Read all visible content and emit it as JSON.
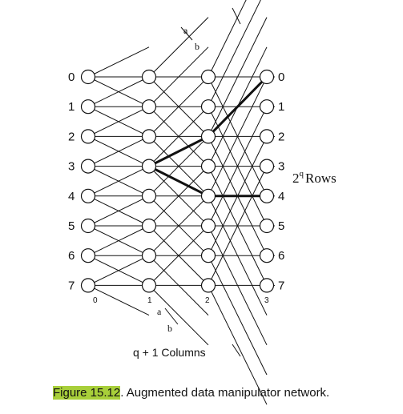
{
  "network": {
    "row_labels": [
      "0",
      "1",
      "2",
      "3",
      "4",
      "5",
      "6",
      "7"
    ],
    "column_labels": [
      "0",
      "1",
      "2",
      "3"
    ],
    "rows_label": {
      "base": "2",
      "exponent": "q",
      "suffix": "Rows"
    },
    "columns_caption": "q + 1 Columns",
    "path_tags": {
      "upper_a": "a",
      "upper_b": "b",
      "lower_a": "a",
      "lower_b": "b"
    },
    "highlighted_paths": [
      {
        "from_stage": 1,
        "rows": [
          3,
          2,
          0,
          0
        ]
      },
      {
        "from_stage": 1,
        "rows": [
          3,
          4,
          4,
          4
        ]
      }
    ]
  },
  "caption": {
    "figure_ref": "Figure 15.12",
    "text": ". Augmented data manipulator network."
  }
}
